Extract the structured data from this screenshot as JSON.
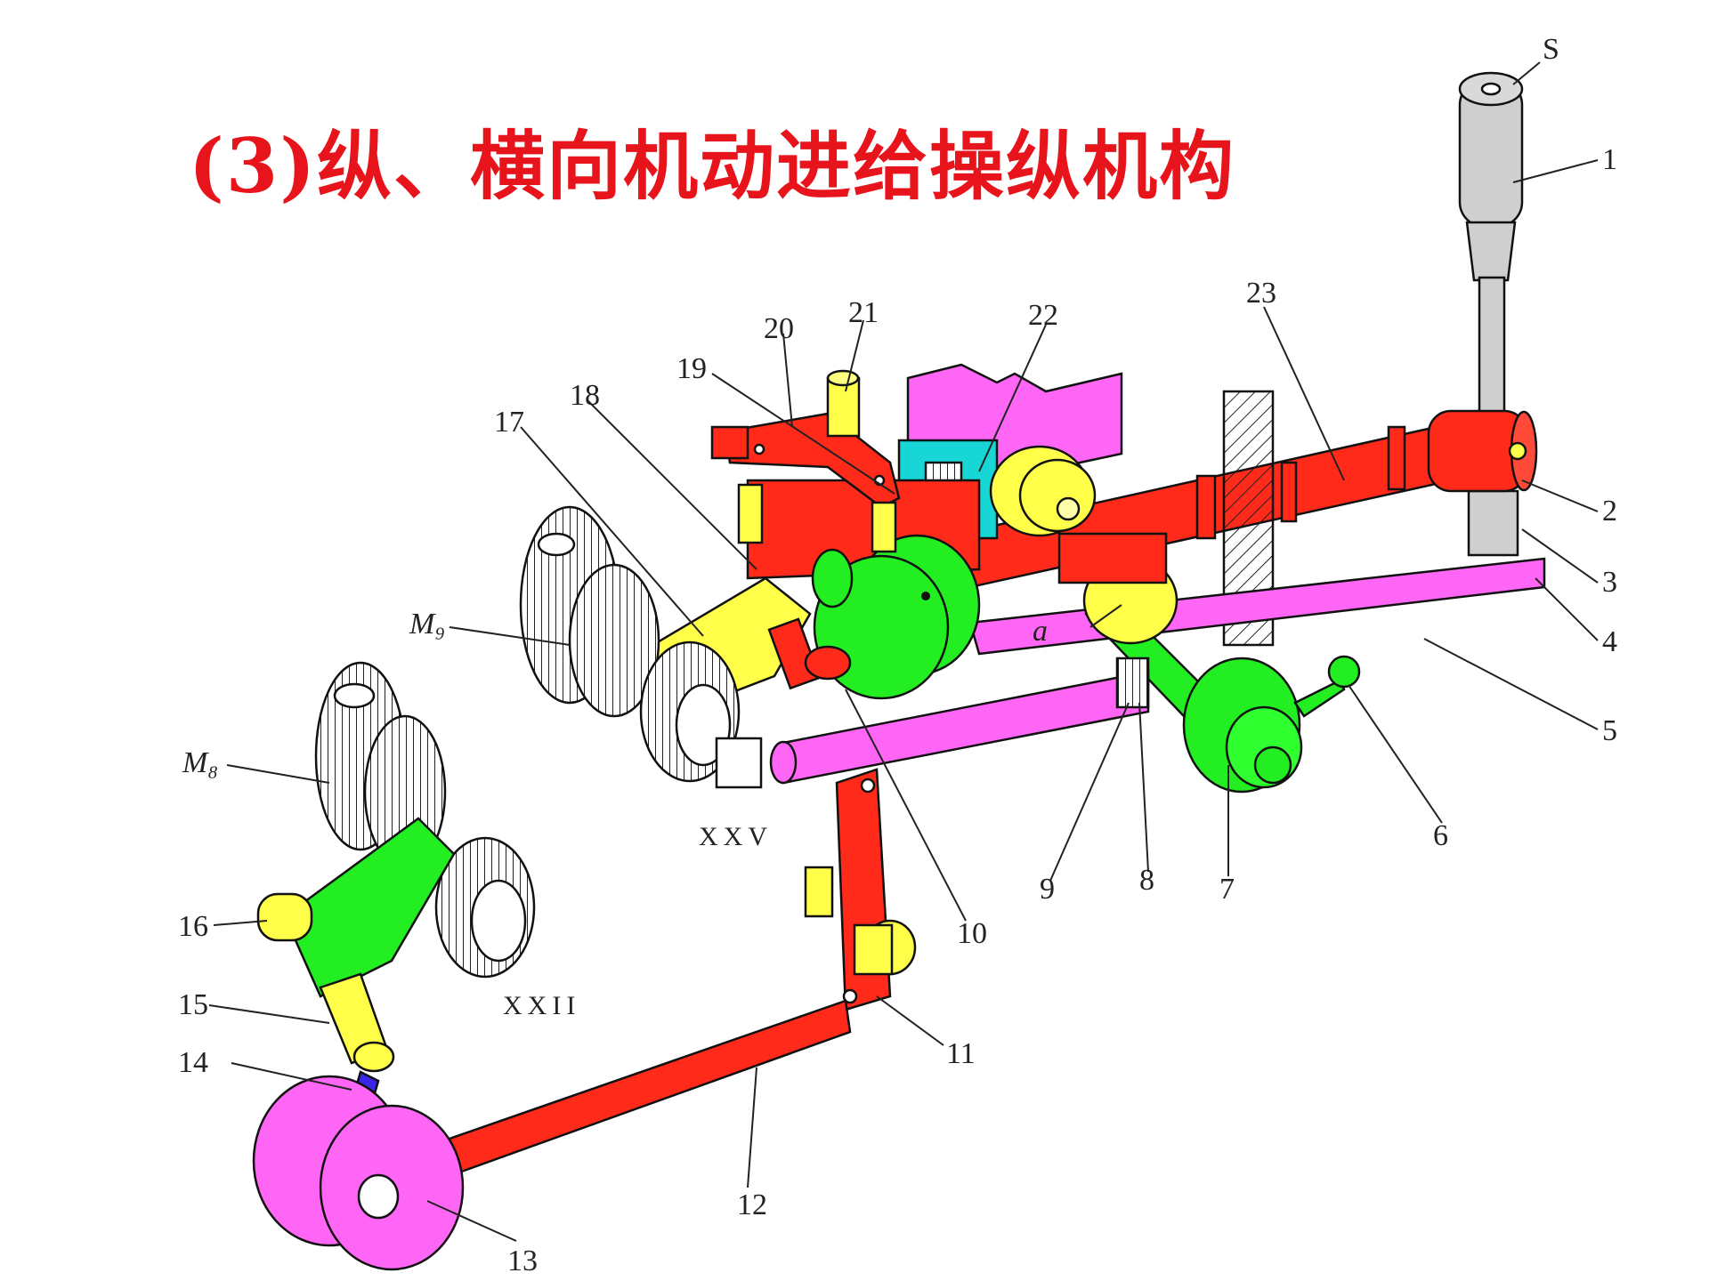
{
  "title": "(3)纵、横向机动进给操纵机构",
  "colors": {
    "title": "#e8141c",
    "red_part": "#ff2a1a",
    "magenta_part": "#ff66f5",
    "yellow_part": "#ffff4a",
    "green_part": "#22ee22",
    "cyan_part": "#19d6d6",
    "blue_part": "#3a26e6",
    "gray_part": "#cfcfcf"
  },
  "labels": {
    "s": "S",
    "n1": "1",
    "n2": "2",
    "n3": "3",
    "n4": "4",
    "n5": "5",
    "n6": "6",
    "n7": "7",
    "n8": "8",
    "n9": "9",
    "n10": "10",
    "n11": "11",
    "n12": "12",
    "n13": "13",
    "n14": "14",
    "n15": "15",
    "n16": "16",
    "n17": "17",
    "n18": "18",
    "n19": "19",
    "n20": "20",
    "n21": "21",
    "n22": "22",
    "n23": "23",
    "a": "a",
    "m9": "M₉",
    "m8": "M₈",
    "xxv": "XXV",
    "xxii": "XXII"
  }
}
